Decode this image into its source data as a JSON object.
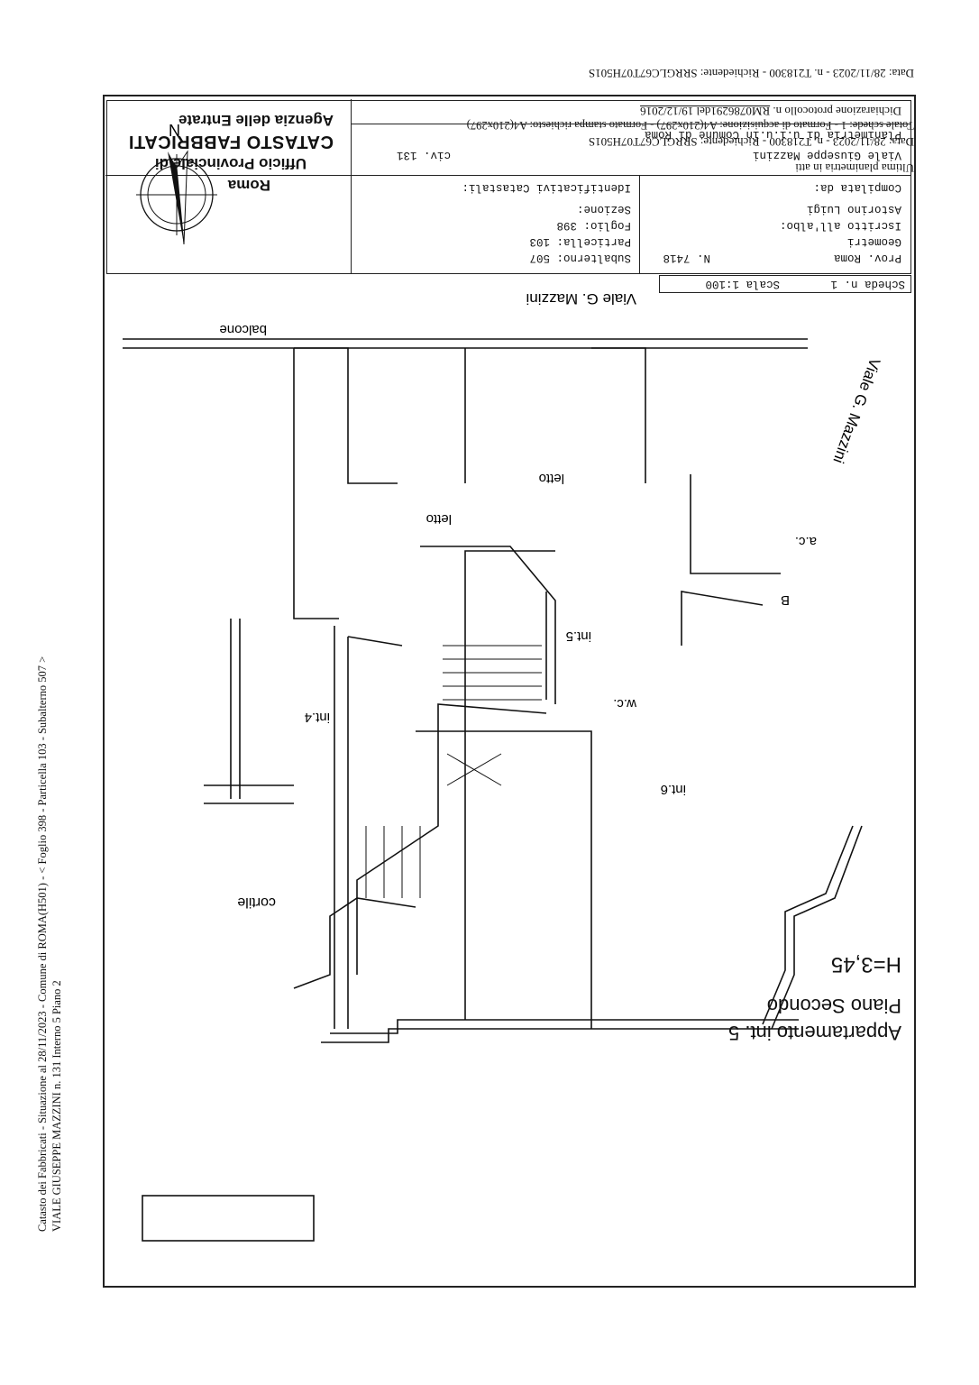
{
  "top_meta": {
    "line1": "Data: 28/11/2023 - n. T218300 - Richiedente: SRRGLC67T07H501S",
    "line2": "Totale schede: 1 - Formato di acquisizione: A4(210x297) - Formato stampa richiesto: A4(210x297)",
    "line3": "Ultima planimetria in atti"
  },
  "bottom_meta": "Data: 28/11/2023 - n. T218300 - Richiedente: SRRGLC67T07H501S",
  "side_note": {
    "line1": "Catasto dei Fabbricati - Situazione al 28/11/2023 - Comune di ROMA(H501) - < Foglio 398 - Particella 103 - Subalterno 507 >",
    "line2": "VIALE GIUSEPPE MAZZINI n. 131 Interno 5 Piano 2"
  },
  "compass": {
    "label": "N"
  },
  "plan": {
    "street_top": "Viale  G.  Mazzini",
    "street_side": "Viale  G.  Mazzini",
    "rooms": {
      "balcony": "balcone",
      "bedroom1": "letto",
      "bedroom2": "letto",
      "living": "a.c.",
      "bath": "B",
      "wc": "w.c.",
      "unit5": "int.5",
      "unit4": "int.4",
      "unit6": "int.6",
      "courtyard": "cortile"
    },
    "height": "H=3,45"
  },
  "title": {
    "line1": "Appartamento int. 5",
    "line2": "Piano Secondo"
  },
  "scheda": {
    "number": "Scheda n. 1",
    "scale": "Scala 1:100"
  },
  "footer": {
    "declaration_label": "Dichiarazione protocollo n.",
    "declaration_number": "RM0786291del 19/12/2016",
    "planimetria": "Planimetria di u.i.u.in Comune di Roma",
    "address": "Viale Giuseppe Mazzini",
    "civic": "civ. 131",
    "agency_line1": "Agenzia delle Entrate",
    "agency_line2": "CATASTO FABBRICATI",
    "agency_line3": "Ufficio Provinciale di",
    "agency_line4": "Roma",
    "identificativi_title": "Identificativi Catastali:",
    "sezione": "Sezione:",
    "foglio": "Foglio: 398",
    "particella": "Particella: 103",
    "subalterno": "Subalterno: 507",
    "compilata_label": "Compilata da:",
    "compilata_name": "Astorino Luigi",
    "iscritto": "Iscritto all'albo:",
    "albo": "Geometri",
    "prov": "Prov. Roma",
    "numero": "N. 7418"
  }
}
